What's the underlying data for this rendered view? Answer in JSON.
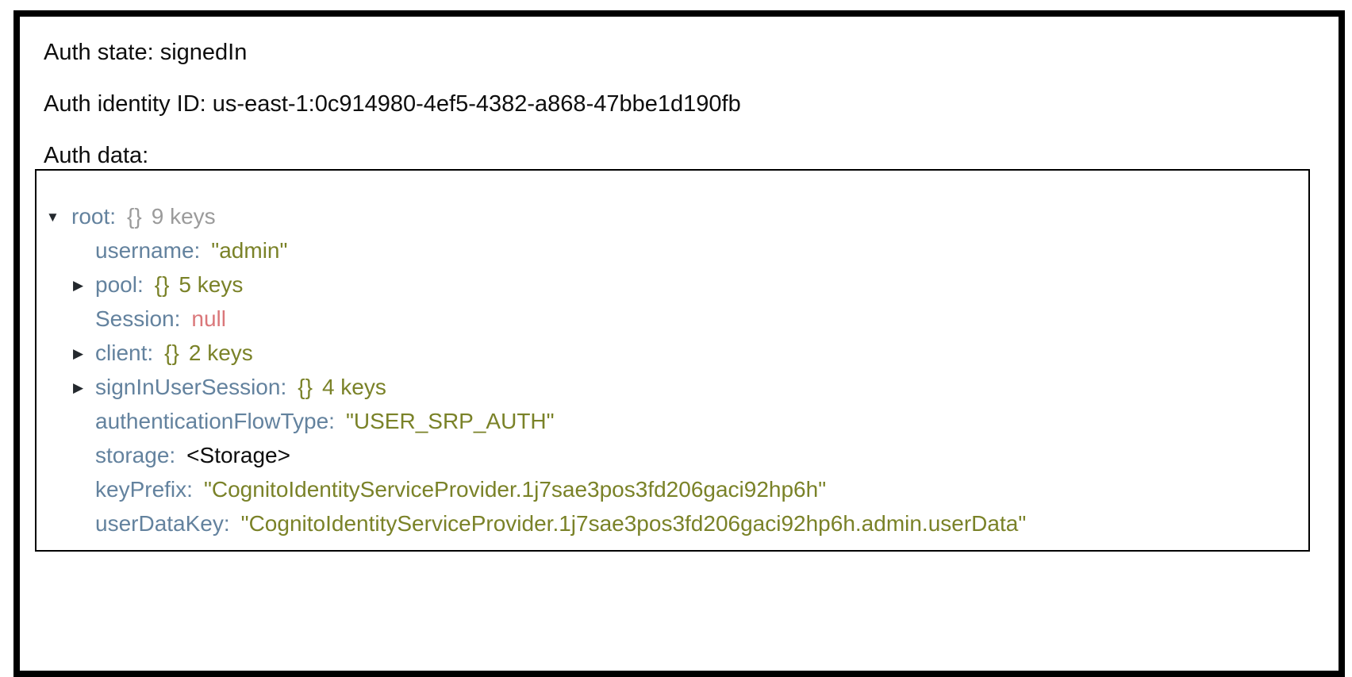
{
  "colors": {
    "key": "#63829e",
    "string": "#7a8228",
    "null": "#da777a",
    "meta_gray": "#9b9b9b",
    "object_value": "#0c0c0c",
    "arrow": "#24292e",
    "border": "#000000"
  },
  "icons": {
    "expanded": "▼",
    "collapsed": "▶"
  },
  "status": {
    "auth_state": {
      "label": "Auth state:",
      "value": "signedIn"
    },
    "auth_identity": {
      "label": "Auth identity ID:",
      "value": "us-east-1:0c914980-4ef5-4382-a868-47bbe1d190fb"
    },
    "auth_data_label": "Auth data:"
  },
  "tree": {
    "rows": [
      {
        "key": "root",
        "level": 0,
        "type": "expanded",
        "brace": "{}",
        "meta": "9 keys"
      },
      {
        "key": "username",
        "level": 1,
        "type": "string",
        "value": "\"admin\""
      },
      {
        "key": "pool",
        "level": 1,
        "type": "collapsed",
        "brace": "{}",
        "meta": "5 keys"
      },
      {
        "key": "Session",
        "level": 1,
        "type": "null",
        "value": "null"
      },
      {
        "key": "client",
        "level": 1,
        "type": "collapsed",
        "brace": "{}",
        "meta": "2 keys"
      },
      {
        "key": "signInUserSession",
        "level": 1,
        "type": "collapsed",
        "brace": "{}",
        "meta": "4 keys"
      },
      {
        "key": "authenticationFlowType",
        "level": 1,
        "type": "string",
        "value": "\"USER_SRP_AUTH\""
      },
      {
        "key": "storage",
        "level": 1,
        "type": "object",
        "value": "<Storage>"
      },
      {
        "key": "keyPrefix",
        "level": 1,
        "type": "string",
        "value": "\"CognitoIdentityServiceProvider.1j7sae3pos3fd206gaci92hp6h\""
      },
      {
        "key": "userDataKey",
        "level": 1,
        "type": "string",
        "value": "\"CognitoIdentityServiceProvider.1j7sae3pos3fd206gaci92hp6h.admin.userData\""
      }
    ]
  }
}
